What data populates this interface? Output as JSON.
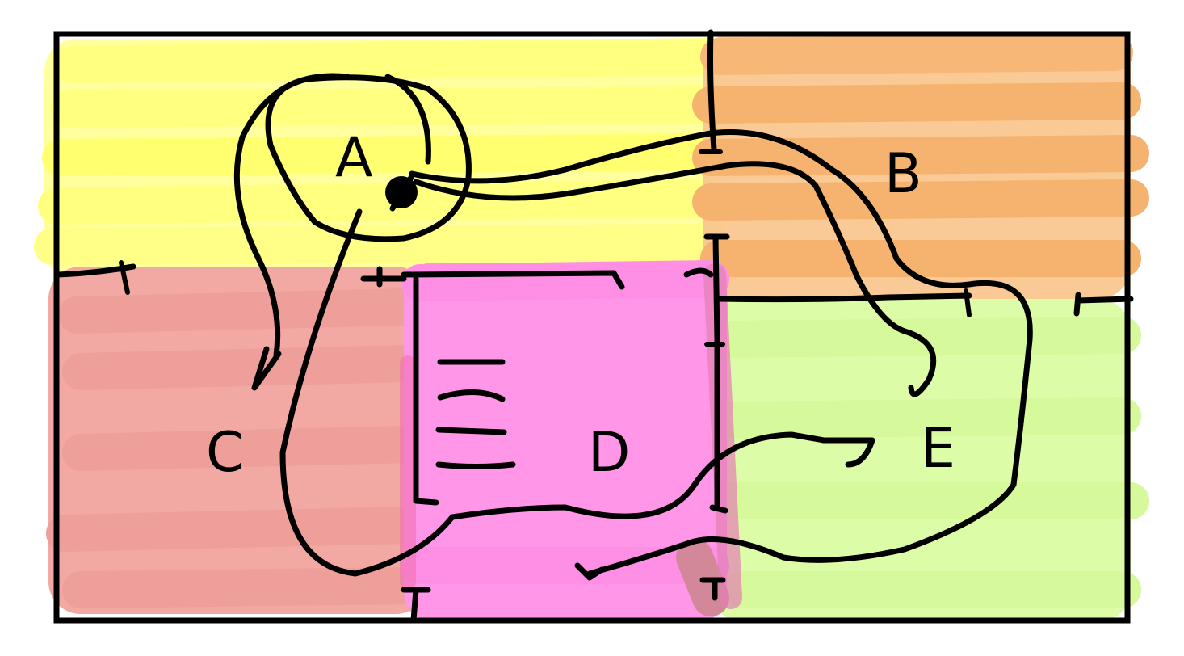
{
  "diagram": {
    "regions": [
      {
        "id": "A",
        "label": "A",
        "color": "#ffff88"
      },
      {
        "id": "B",
        "label": "B",
        "color": "#f9c78f"
      },
      {
        "id": "C",
        "label": "C",
        "color": "#f2a8a3"
      },
      {
        "id": "D",
        "label": "D",
        "color": "#ff96e8"
      },
      {
        "id": "E",
        "label": "E",
        "color": "#ddfca8"
      }
    ],
    "ink_color": "#000000"
  }
}
